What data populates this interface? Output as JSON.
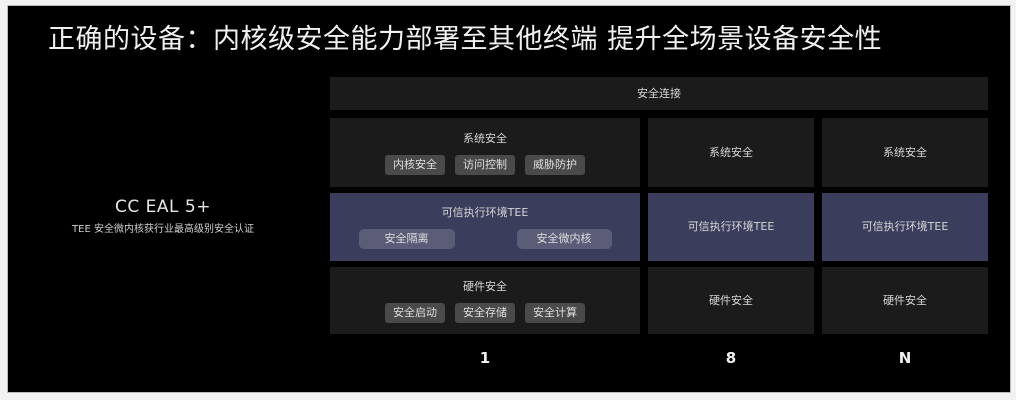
{
  "title": "正确的设备：内核级安全能力部署至其他终端 提升全场景设备安全性",
  "certification": {
    "main": "CC EAL 5+",
    "sub": "TEE 安全微内核获行业最高级别安全认证"
  },
  "connection_bar": {
    "label": "安全连接"
  },
  "columns": [
    {
      "label": "1",
      "system_security": {
        "label": "系统安全",
        "chips": [
          "内核安全",
          "访问控制",
          "威胁防护"
        ]
      },
      "tee": {
        "label": "可信执行环境TEE",
        "chips": [
          "安全隔离",
          "安全微内核"
        ]
      },
      "hardware_security": {
        "label": "硬件安全",
        "chips": [
          "安全启动",
          "安全存储",
          "安全计算"
        ]
      }
    },
    {
      "label": "8",
      "system_security": {
        "label": "系统安全"
      },
      "tee": {
        "label": "可信执行环境TEE"
      },
      "hardware_security": {
        "label": "硬件安全"
      }
    },
    {
      "label": "N",
      "system_security": {
        "label": "系统安全"
      },
      "tee": {
        "label": "可信执行环境TEE"
      },
      "hardware_security": {
        "label": "硬件安全"
      }
    }
  ],
  "colors": {
    "background": "#000000",
    "panel": "#1b1b1c",
    "tee_panel": "#3b3d5c",
    "chip": "#4a4a4a",
    "tee_chip": "#5b5d78",
    "text": "#f0f0f0"
  }
}
